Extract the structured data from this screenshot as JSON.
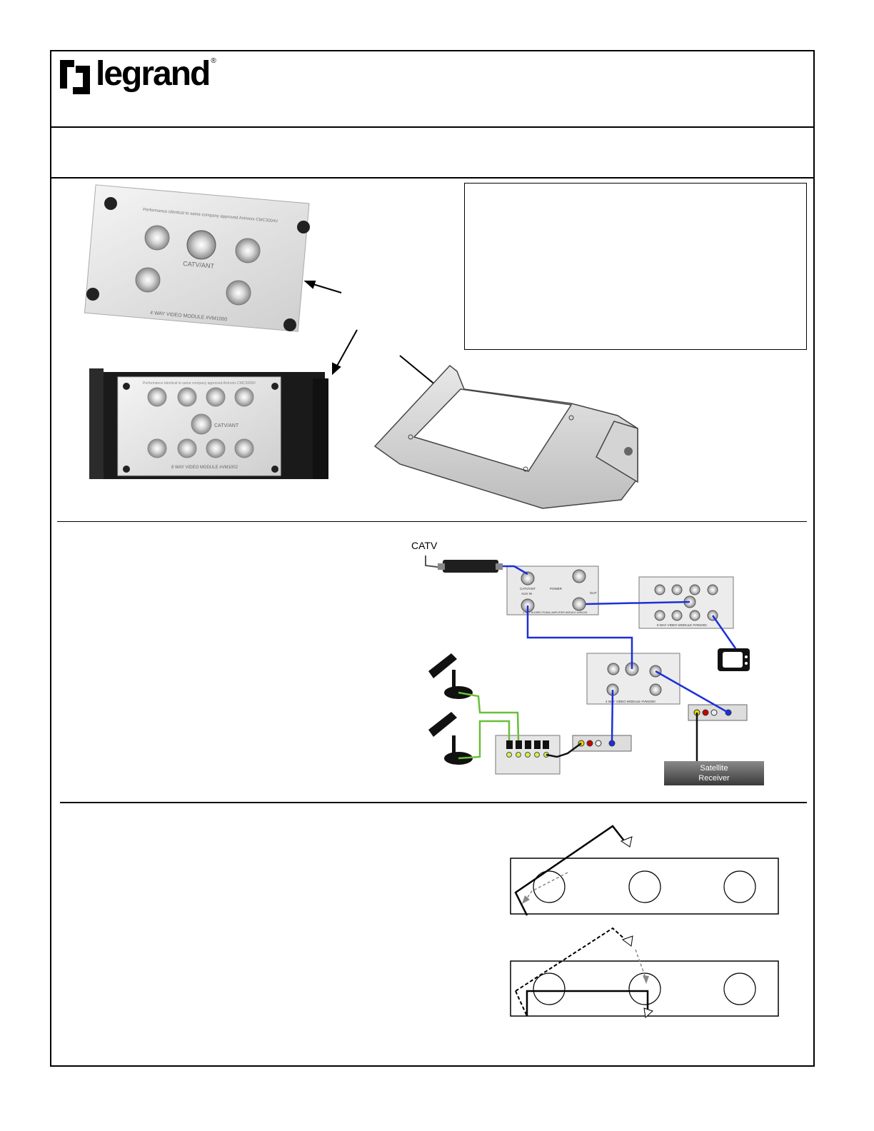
{
  "brand": {
    "logo_text": "legrand",
    "registered": "®"
  },
  "module_4way": {
    "top_text": "Performance identical to same company approved Antronix CMC3004V",
    "center_label": "CATV/ANT",
    "bottom_label": "4 WAY VIDEO MODULE #VM1000"
  },
  "module_8way": {
    "top_text": "Performance identical to same company approved Antronix CMC3008V",
    "center_label": "CATV/ANT",
    "bottom_label": "8 WAY VIDEO MODULE #VM1002"
  },
  "wiring": {
    "catv_label": "CATV",
    "amplifier_labels": [
      "CATV/ANT",
      "AUX IN",
      "POWER",
      "OUT"
    ],
    "amplifier_name": "2-WAY BI-DIRECTIONAL AMPLIFIER MODULE #VM1001",
    "splitter_8_label": "8 WAY VIDEO MODULE #VM1002",
    "splitter_4_label": "4 WAY VIDEO MODULE #VM1000",
    "satellite_receiver": "Satellite Receiver"
  },
  "colors": {
    "cable_blue": "#1c2fd8",
    "cable_green": "#6abf3a",
    "frame": "#000000"
  }
}
